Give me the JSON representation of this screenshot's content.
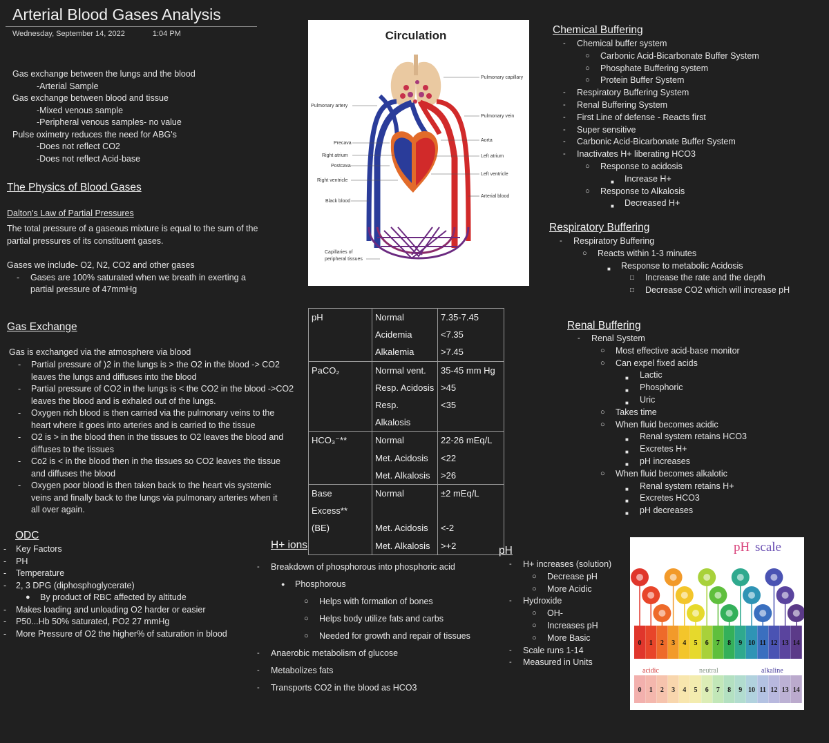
{
  "page": {
    "title": "Arterial Blood Gases Analysis",
    "date": "Wednesday, September 14, 2022",
    "time": "1:04 PM"
  },
  "intro": [
    "Gas exchange between the lungs and the blood",
    "-Arterial Sample",
    "Gas exchange between blood and tissue",
    "-Mixed venous sample",
    "-Peripheral venous samples- no value",
    "Pulse oximetry reduces the need for ABG's",
    "-Does not reflect CO2",
    "-Does not reflect Acid-base"
  ],
  "physics": {
    "heading": "The Physics of Blood Gases",
    "subheading": "Dalton's Law of Partial Pressures",
    "para1a": "The total pressure of a gaseous mixture is equal to the sum of the",
    "para1b": "partial pressures of its constituent gases.",
    "gases": "Gases we include- O2, N2, CO2 and other gases",
    "bullet_a": "Gases are 100% saturated when we breath in exerting a",
    "bullet_b": "partial pressure of 47mmHg"
  },
  "gas_exchange": {
    "heading": "Gas Exchange",
    "intro": "Gas is exchanged via the atmosphere via blood",
    "items": [
      [
        "Partial pressure of )2 in the lungs is > the O2 in the blood -> CO2",
        "leaves the lungs and diffuses into the blood"
      ],
      [
        "Partial pressure of CO2 in the lungs is < the CO2 in the blood ->CO2",
        "leaves the blood and is exhaled out of the lungs."
      ],
      [
        "Oxygen rich blood is then carried via the pulmonary veins to the",
        "heart where it goes into arteries and is carried to the tissue"
      ],
      [
        "O2 is > in the blood then in the tissues to O2 leaves the blood and",
        "diffuses to the tissues"
      ],
      [
        "Co2 is < in the blood then in the tissues so CO2 leaves the tissue",
        "and diffuses the blood"
      ],
      [
        "Oxygen poor blood is then taken back to the heart vis systemic",
        "veins and finally back to the lungs via pulmonary arteries when it",
        "all over again."
      ]
    ]
  },
  "odc": {
    "heading": "ODC",
    "items": [
      "Key Factors",
      "PH",
      "Temperature",
      "2, 3 DPG (diphosphoglycerate)",
      "Makes loading and unloading O2 harder or easier",
      "P50...Hb 50% saturated, PO2 27 mmHg",
      "More Pressure of O2 the higher% of saturation in blood"
    ],
    "sub": "By product of RBC affected by altitude"
  },
  "circulation": {
    "title": "Circulation",
    "labels": {
      "pulmonary_artery": "Pulmonary artery",
      "pulmonary_capillary": "Pulmonary capillary",
      "pulmonary_vein": "Pulmonary vein",
      "precava": "Precava",
      "right_atrium": "Right atrium",
      "postcava": "Postcava",
      "right_ventricle": "Right ventricle",
      "black_blood": "Black blood",
      "aorta": "Aorta",
      "left_atrium": "Left atrium",
      "left_ventricle": "Left ventricle",
      "arterial_blood": "Arterial blood",
      "capillaries_a": "Capillaries of",
      "capillaries_b": "peripheral tissues"
    }
  },
  "table": {
    "rows": [
      [
        "pH",
        "Normal",
        "7.35-7.45"
      ],
      [
        "",
        "Acidemia",
        "<7.35"
      ],
      [
        "",
        "Alkalemia",
        ">7.45"
      ],
      [
        "PaCO₂",
        "Normal vent.",
        "35-45 mm Hg"
      ],
      [
        "",
        "Resp. Acidosis",
        ">45"
      ],
      [
        "",
        "Resp. Alkalosis",
        "<35"
      ],
      [
        "HCO₃⁻**",
        "Normal",
        "22-26 mEq/L"
      ],
      [
        "",
        "Met. Acidosis",
        "<22"
      ],
      [
        "",
        "Met. Alkalosis",
        ">26"
      ],
      [
        "Base Excess**",
        "Normal",
        "±2 mEq/L"
      ],
      [
        "(BE)",
        "Met. Acidosis",
        "<-2"
      ],
      [
        "",
        "Met. Alkalosis",
        ">+2"
      ]
    ]
  },
  "h_ions": {
    "heading": "H+ ions",
    "item1": "Breakdown of phosphorous into phosphoric acid",
    "sub": "Phosphorous",
    "subsub": [
      "Helps with formation of bones",
      "Helps body utilize fats and carbs",
      "Needed for growth and repair of tissues"
    ],
    "items": [
      "Anaerobic metabolism of glucose",
      "Metabolizes fats",
      "Transports CO2 in the blood as HCO3"
    ]
  },
  "ph_notes": {
    "heading": "pH",
    "l1": "H+ increases (solution)",
    "l2": "Decrease pH",
    "l3": "More Acidic",
    "l4": "Hydroxide",
    "l5": "OH-",
    "l6": "Increases pH",
    "l7": "More Basic",
    "l8": "Scale runs 1-14",
    "l9": "Measured in Units"
  },
  "chemical": {
    "heading": "Chemical Buffering",
    "l1": "Chemical buffer system",
    "l2": "Carbonic Acid-Bicarbonate Buffer System",
    "l3": "Phosphate Buffering system",
    "l4": "Protein Buffer System",
    "l5": "Respiratory Buffering System",
    "l6": "Renal Buffering System",
    "l7": "First Line of defense - Reacts first",
    "l8": "Super sensitive",
    "l9": "Carbonic Acid-Bicarbonate Buffer System",
    "l10": "Inactivates H+ liberating HCO3",
    "l11": "Response to acidosis",
    "l12": "Increase H+",
    "l13": "Response to Alkalosis",
    "l14": "Decreased H+"
  },
  "respiratory": {
    "heading": "Respiratory Buffering",
    "l1": "Respiratory Buffering",
    "l2": "Reacts within 1-3 minutes",
    "l3": "Response to metabolic Acidosis",
    "l4": "Increase the rate and the depth",
    "l5": "Decrease CO2 which will increase pH"
  },
  "renal": {
    "heading": "Renal Buffering",
    "l1": "Renal System",
    "l2": "Most effective acid-base monitor",
    "l3": "Can expel fixed acids",
    "l4": "Lactic",
    "l5": "Phosphoric",
    "l6": "Uric",
    "l7": "Takes time",
    "l8": "When fluid becomes acidic",
    "l9": "Renal system retains HCO3",
    "l10": "Excretes H+",
    "l11": "pH increases",
    "l12": "When fluid becomes alkalotic",
    "l13": "Renal system retains H+",
    "l14": "Excretes HCO3",
    "l15": "pH decreases"
  },
  "ph_scale": {
    "title_a": "pH",
    "title_b": "scale",
    "numbers": [
      "0",
      "1",
      "2",
      "3",
      "4",
      "5",
      "6",
      "7",
      "8",
      "9",
      "10",
      "11",
      "12",
      "13",
      "14"
    ],
    "acidic": "acidic",
    "neutral": "neutral",
    "alkaline": "alkaline",
    "colors": [
      "#e0362c",
      "#e8452a",
      "#ee6a2a",
      "#f29a2a",
      "#f3c52b",
      "#e6d92c",
      "#a8d13a",
      "#5fbf3d",
      "#34b05a",
      "#2fa98e",
      "#2f94b5",
      "#3a6fbf",
      "#4a53b3",
      "#5a449e",
      "#5b3a88"
    ],
    "pale_colors": [
      "#f2b0ad",
      "#f4b7ad",
      "#f6c3ad",
      "#f8d6ad",
      "#f8e6ae",
      "#f3ecaf",
      "#dcedb6",
      "#c2e7b8",
      "#b3e0c1",
      "#b1dccf",
      "#b1d2de",
      "#b3c2e2",
      "#b8b8de",
      "#bcb1d4",
      "#bbaacd"
    ]
  }
}
